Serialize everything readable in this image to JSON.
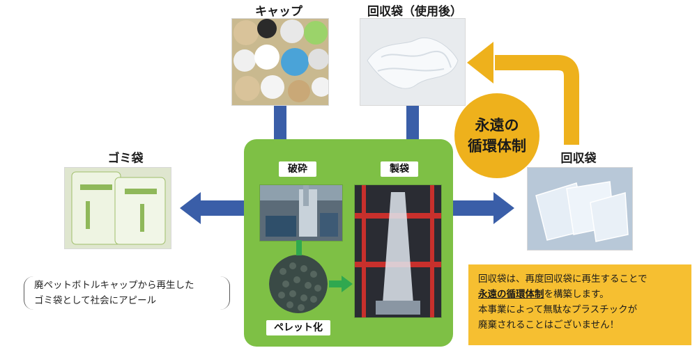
{
  "titles": {
    "cap": "キャップ",
    "used_bag": "回収袋（使用後）",
    "garbage_bag": "ゴミ袋",
    "collection_bag": "回収袋"
  },
  "process": {
    "crush": "破砕",
    "bag_making": "製袋",
    "pellet": "ペレット化"
  },
  "circle": {
    "line1": "永遠の",
    "line2": "循環体制"
  },
  "bubble": {
    "line1": "廃ペットボトルキャップから再生した",
    "line2": "ゴミ袋として社会にアピール"
  },
  "yellow_box": {
    "line1": "回収袋は、再度回収袋に再生することで",
    "line2_bold": "永遠の循環体制",
    "line2_rest": "を構築します。",
    "line3": "本事業によって無駄なプラスチックが",
    "line4": "廃棄されることはございません！"
  },
  "colors": {
    "arrow_blue": "#3a5ea8",
    "panel_green": "#7ec045",
    "accent_yellow": "#eeb11c",
    "arrow_green": "#2fa84f"
  },
  "icons": [
    "arrow-left-icon",
    "arrow-right-icon",
    "arrow-green-down-icon",
    "arrow-green-right-icon",
    "loop-arrow-icon"
  ]
}
